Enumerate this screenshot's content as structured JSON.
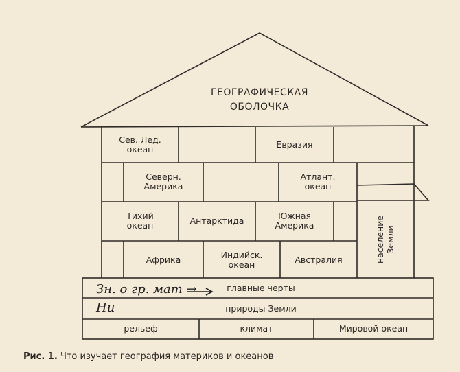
{
  "roof": {
    "line1": "ГЕОГРАФИЧЕСКАЯ",
    "line2": "ОБОЛОЧКА"
  },
  "rooms": {
    "row1": [
      "Сев. Лед.",
      "океан",
      "Евразия"
    ],
    "row2": [
      "Северн.",
      "Америка",
      "Атлант.",
      "океан"
    ],
    "row3": [
      "Тихий",
      "океан",
      "Антарктида",
      "Южная",
      "Америка"
    ],
    "row4": [
      "Африка",
      "Индийск.",
      "океан",
      "Австралия"
    ],
    "side": [
      "население",
      "Земли"
    ]
  },
  "foundation": {
    "line1": "главные черты",
    "line2": "природы Земли",
    "bottom": [
      "рельеф",
      "климат",
      "Мировой океан"
    ]
  },
  "handwriting": {
    "line1": "Зн. о гр. мат →",
    "line2": "Ни"
  },
  "caption": {
    "label": "Рис. 1.",
    "text": "Что изучает география материков и океанов"
  }
}
